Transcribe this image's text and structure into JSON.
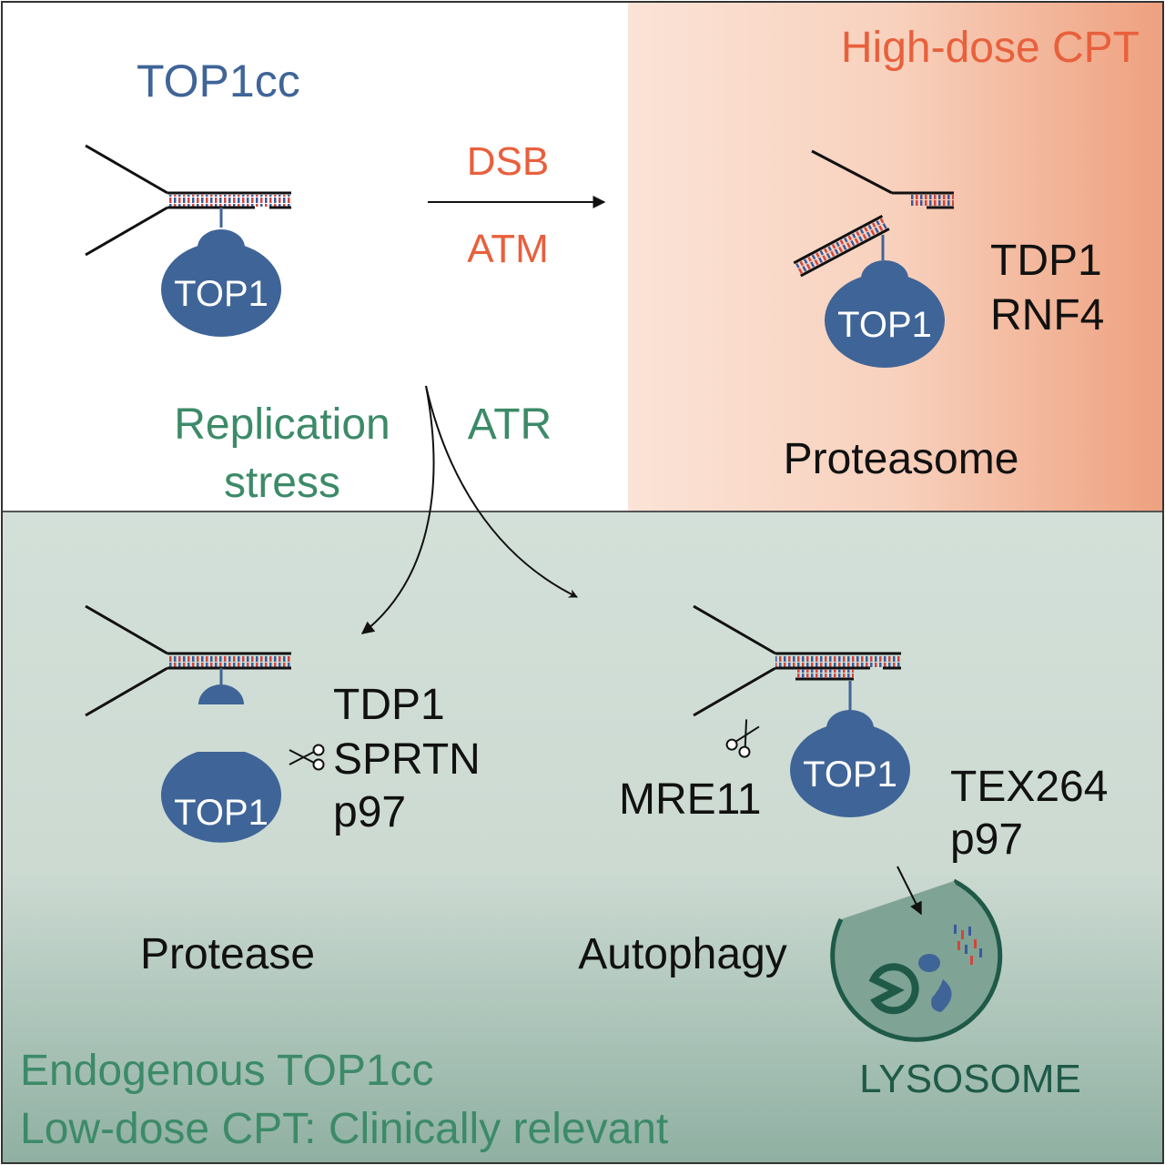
{
  "colors": {
    "blue": "#3f6497",
    "orange": "#e8603c",
    "green": "#3c8a68",
    "dark_green": "#1f5a48",
    "black": "#111111",
    "red_base": "#d0463e",
    "blue_base": "#3a5a9c"
  },
  "top_left": {
    "title": "TOP1cc",
    "protein": "TOP1"
  },
  "arrow_dsb": {
    "above": "DSB",
    "below": "ATM"
  },
  "high_dose": {
    "title": "High-dose CPT",
    "protein": "TOP1",
    "factor_1": "TDP1",
    "factor_2": "RNF4",
    "pathway": "Proteasome"
  },
  "branch": {
    "cause_line_1": "Replication",
    "cause_line_2": "stress",
    "kinase": "ATR"
  },
  "protease_path": {
    "protein": "TOP1",
    "factor_1": "TDP1",
    "factor_2": "SPRTN",
    "factor_3": "p97",
    "pathway": "Protease"
  },
  "autophagy_path": {
    "protein": "TOP1",
    "nuclease": "MRE11",
    "factor_1": "TEX264",
    "factor_2": "p97",
    "pathway": "Autophagy",
    "organelle": "LYSOSOME"
  },
  "footer": {
    "line_1": "Endogenous TOP1cc",
    "line_2": "Low-dose CPT: Clinically relevant"
  },
  "icons": [
    "dna-fork-icon",
    "top1-protein-icon",
    "scissors-icon",
    "lysosome-icon",
    "arrow-icon"
  ]
}
